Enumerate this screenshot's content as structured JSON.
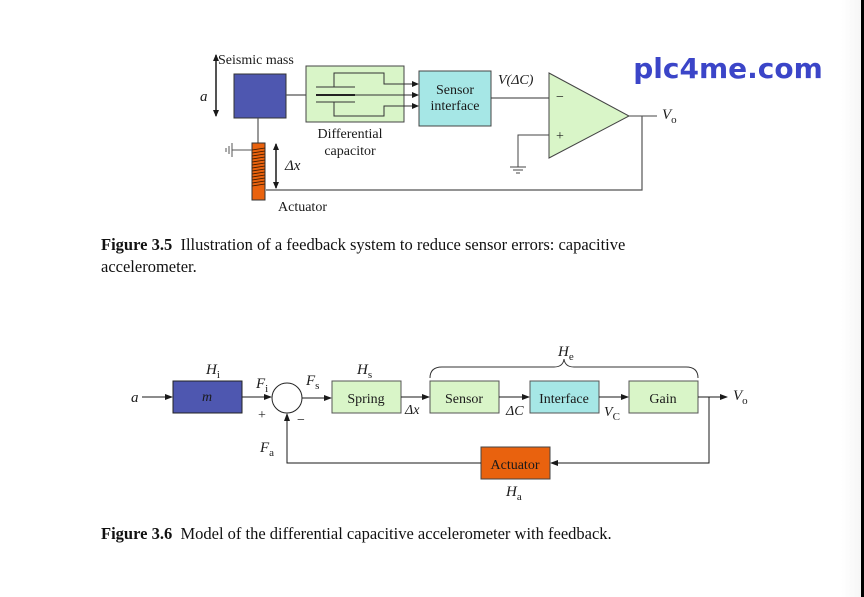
{
  "watermark": "plc4me.com",
  "figure_3_5": {
    "labels": {
      "seismic_mass": "Seismic mass",
      "a": "a",
      "differential_line1": "Differential",
      "differential_line2": "capacitor",
      "sensor_line1": "Sensor",
      "sensor_line2": "interface",
      "v_delta_c": "V(ΔC)",
      "minus": "−",
      "plus": "+",
      "vo": "V",
      "vo_sub": "o",
      "delta_x": "Δx",
      "actuator": "Actuator"
    },
    "caption_number": "Figure 3.5",
    "caption_text_line1": "Illustration of a feedback system to reduce sensor errors: capacitive",
    "caption_text_line2": "accelerometer."
  },
  "figure_3_6": {
    "labels": {
      "a": "a",
      "hi": "H",
      "hi_sub": "i",
      "m": "m",
      "fi": "F",
      "fi_sub": "i",
      "fs": "F",
      "fs_sub": "s",
      "hs": "H",
      "hs_sub": "s",
      "spring": "Spring",
      "plus": "+",
      "minus": "−",
      "fa": "F",
      "fa_sub": "a",
      "delta_x": "Δx",
      "sensor": "Sensor",
      "delta_c": "ΔC",
      "interface": "Interface",
      "vc": "V",
      "vc_sub": "C",
      "gain": "Gain",
      "he": "H",
      "he_sub": "e",
      "vo": "V",
      "vo_sub": "o",
      "actuator": "Actuator",
      "ha": "H",
      "ha_sub": "a"
    },
    "caption_number": "Figure 3.6",
    "caption_text": "Model of the differential capacitive accelerometer with feedback."
  },
  "colors": {
    "mass_blue": "#4e57b0",
    "light_green": "#d9f5c8",
    "light_cyan": "#a6e7e6",
    "actuator_orange": "#e9620e",
    "watermark": "#3b45c8"
  }
}
